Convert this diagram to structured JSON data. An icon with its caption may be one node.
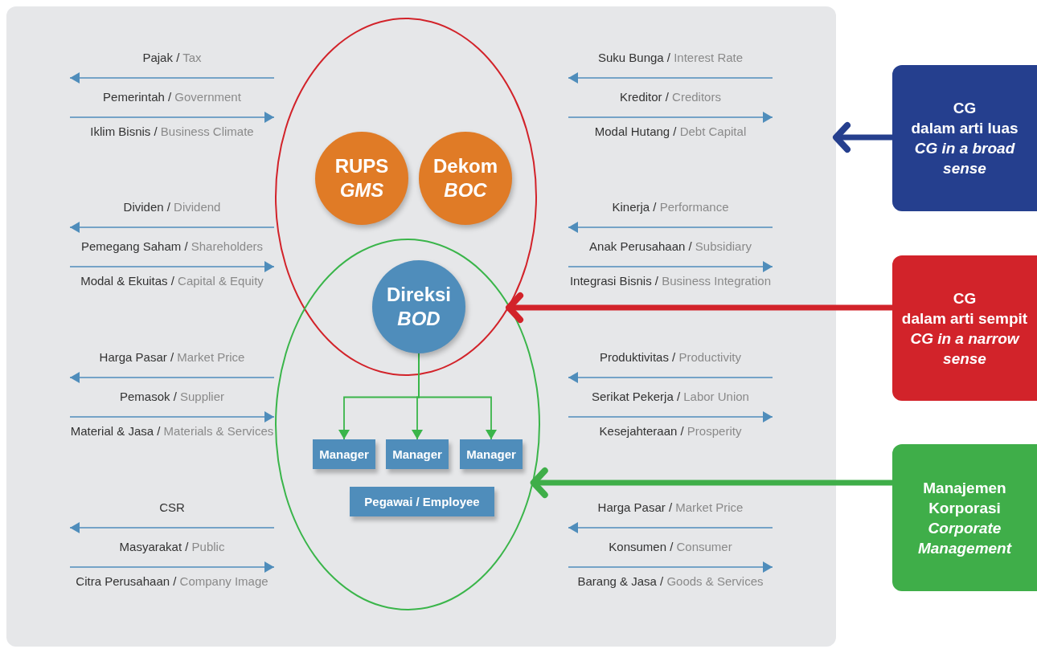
{
  "diagram": {
    "nodes": [
      {
        "text": [],
        "shape": "box"
      },
      {
        "text": [],
        "shape": "ellipse",
        "in": 0
      },
      {
        "text": [
          "RUPS",
          "GMS"
        ],
        "in": 1
      },
      {
        "text": [
          "Dekom",
          "BOC"
        ],
        "in": 1
      },
      {
        "text": [],
        "shape": "ellipse",
        "in": 0
      },
      {
        "text": [
          "Direksi",
          "BOD"
        ]
      },
      {
        "text": [
          "Manager"
        ],
        "in": 4
      },
      {
        "text": [
          "Manager"
        ],
        "in": 4
      },
      {
        "text": [
          "Manager"
        ],
        "in": 4
      },
      {
        "text": [
          "Pegawai / Employee"
        ],
        "in": 4
      },
      {
        "text": [
          "CG",
          "dalam arti luas",
          "CG in a broad sense"
        ]
      },
      {
        "text": [
          "CG",
          "dalam arti sempit",
          "CG in a narrow sense"
        ]
      },
      {
        "text": [
          "Manajemen Korporasi",
          "Corporate Management"
        ]
      }
    ],
    "edges": [
      {
        "from": 5,
        "to": 6,
        "arrow": "to",
        "color": "#3ab54a"
      },
      {
        "from": 5,
        "to": 7,
        "arrow": "to",
        "color": "#3ab54a"
      },
      {
        "from": 5,
        "to": 8,
        "arrow": "to",
        "color": "#3ab54a"
      },
      {
        "from": 10,
        "to": 0,
        "arrow": "to",
        "style": "thick",
        "color": "#253f8e"
      },
      {
        "from": 11,
        "to": 1,
        "arrow": "to",
        "style": "thick",
        "color": "#d2232a"
      },
      {
        "from": 12,
        "to": 4,
        "arrow": "to",
        "style": "thick",
        "color": "#3fae49"
      }
    ],
    "labels": [
      "Pajak / Tax",
      "Pemerintah / Government",
      "Iklim Bisnis / Business Climate",
      "Suku Bunga / Interest Rate",
      "Kreditor / Creditors",
      "Modal Hutang / Debt Capital",
      "Dividen / Dividend",
      "Pemegang Saham / Shareholders",
      "Modal & Ekuitas / Capital & Equity",
      "Kinerja / Performance",
      "Anak Perusahaan / Subsidiary",
      "Integrasi Bisnis / Business Integration",
      "Harga Pasar / Market Price",
      "Pemasok / Supplier",
      "Material & Jasa / Materials & Services",
      "Produktivitas / Productivity",
      "Serikat Pekerja / Labor Union",
      "Kesejahteraan / Prosperity",
      "CSR",
      "Masyarakat / Public",
      "Citra Perusahaan / Company Image",
      "Harga Pasar / Market Price",
      "Konsumen / Consumer",
      "Barang & Jasa / Goods & Services"
    ]
  }
}
